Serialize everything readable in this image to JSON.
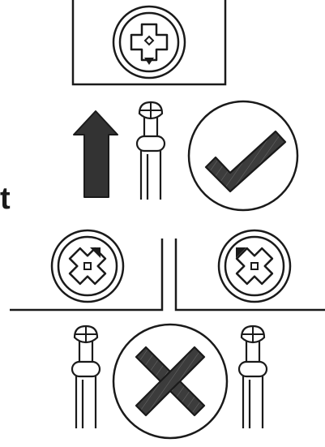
{
  "diagram": {
    "cropped_label_text": "t",
    "correct_mark": "check-mark",
    "incorrect_mark": "cross-mark",
    "colors": {
      "line": "#1a1a1a",
      "arrow_fill": "#333333",
      "mark_fill": "#3c3c3c",
      "background": "#ffffff"
    }
  }
}
